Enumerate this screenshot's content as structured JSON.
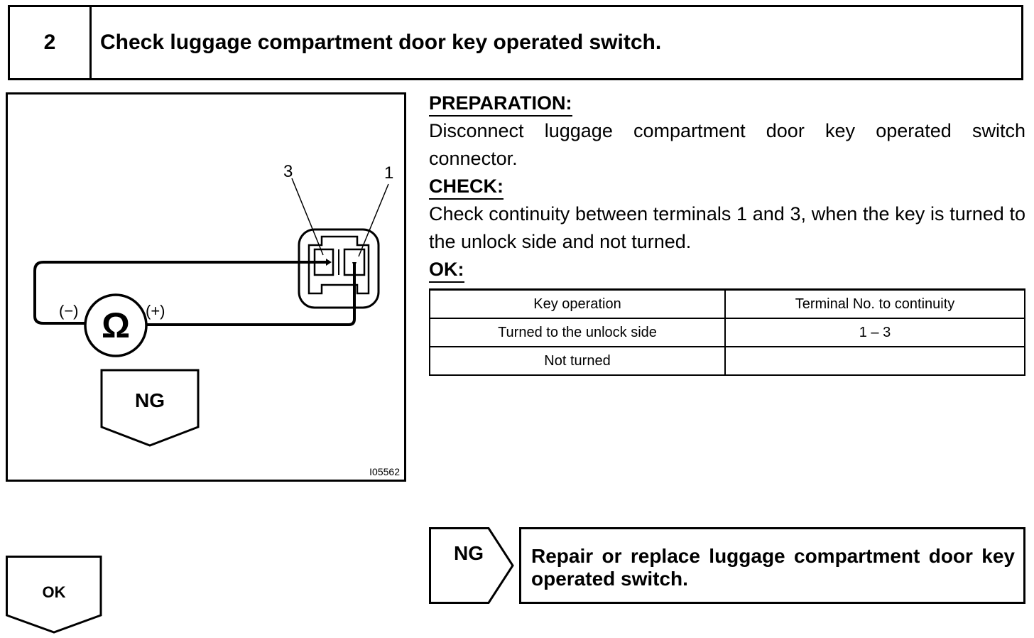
{
  "step": {
    "number": "2",
    "title": "Check luggage compartment door key operated switch."
  },
  "diagram": {
    "terminal_left": "3",
    "terminal_right": "1",
    "neg_label": "(−)",
    "pos_label": "(+)",
    "meter_symbol": "Ω",
    "ng_label": "NG",
    "figure_id": "I05562"
  },
  "preparation": {
    "heading": "PREPARATION:",
    "text": "Disconnect luggage compartment door key operated switch connector."
  },
  "check": {
    "heading": "CHECK:",
    "text": "Check continuity between terminals 1 and 3, when the key is turned to the unlock side and not turned."
  },
  "ok_section": {
    "heading": "OK:",
    "table": {
      "headers": [
        "Key operation",
        "Terminal No. to continuity"
      ],
      "rows": [
        [
          "Turned to the unlock side",
          "1 – 3"
        ],
        [
          "Not turned",
          ""
        ]
      ]
    }
  },
  "ng_result": {
    "label": "NG",
    "text": "Repair or replace luggage compartment door key operated switch."
  },
  "ok_result": {
    "label": "OK"
  }
}
